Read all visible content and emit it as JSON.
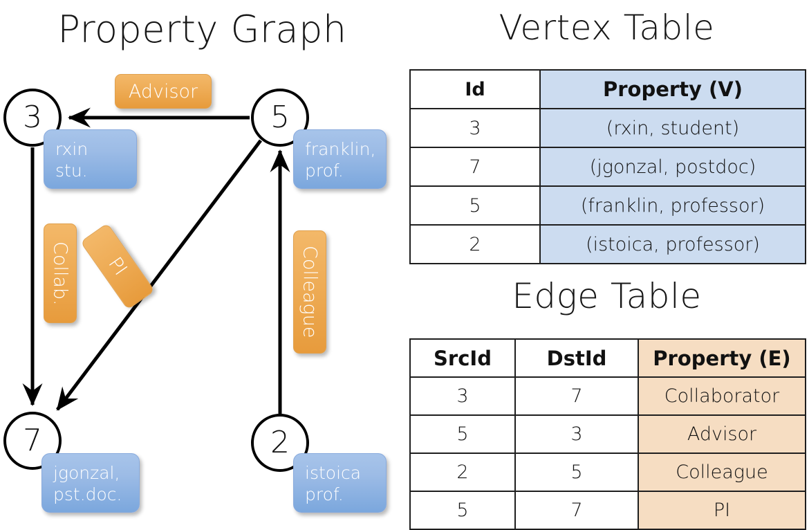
{
  "graph_panel": {
    "title": "Property Graph",
    "vertices": [
      {
        "id": "3",
        "property_label": "rxin\nstu.",
        "line1": "rxin",
        "line2": "stu."
      },
      {
        "id": "5",
        "property_label": "franklin, prof.",
        "line1": "franklin,",
        "line2": "prof."
      },
      {
        "id": "7",
        "property_label": "jgonzal, pst.doc.",
        "line1": "jgonzal,",
        "line2": "pst.doc."
      },
      {
        "id": "2",
        "property_label": "istoica prof.",
        "line1": "istoica",
        "line2": "prof."
      }
    ],
    "edge_labels": [
      {
        "name": "advisor",
        "text": "Advisor",
        "orientation": "horizontal"
      },
      {
        "name": "collab",
        "text": "Collab.",
        "orientation": "vertical"
      },
      {
        "name": "pi",
        "text": "PI",
        "orientation": "vertical-rotated"
      },
      {
        "name": "colleague",
        "text": "Colleague",
        "orientation": "vertical"
      }
    ],
    "edges": [
      {
        "from": "5",
        "to": "3",
        "label": "Advisor"
      },
      {
        "from": "3",
        "to": "7",
        "label": "Collab."
      },
      {
        "from": "5",
        "to": "7",
        "label": "PI"
      },
      {
        "from": "2",
        "to": "5",
        "label": "Colleague"
      }
    ]
  },
  "vertex_table": {
    "title": "Vertex Table",
    "headers": [
      "Id",
      "Property (V)"
    ],
    "rows": [
      {
        "id": "3",
        "property": "(rxin, student)"
      },
      {
        "id": "7",
        "property": "(jgonzal, postdoc)"
      },
      {
        "id": "5",
        "property": "(franklin, professor)"
      },
      {
        "id": "2",
        "property": "(istoica, professor)"
      }
    ]
  },
  "edge_table": {
    "title": "Edge Table",
    "headers": [
      "SrcId",
      "DstId",
      "Property (E)"
    ],
    "rows": [
      {
        "src": "3",
        "dst": "7",
        "property": "Collaborator"
      },
      {
        "src": "5",
        "dst": "3",
        "property": "Advisor"
      },
      {
        "src": "2",
        "dst": "5",
        "property": "Colleague"
      },
      {
        "src": "5",
        "dst": "7",
        "property": "PI"
      }
    ]
  },
  "colors": {
    "vertex_property_blue": "#9dbce6",
    "edge_property_orange": "#eeac56",
    "vertex_table_fill": "#ccdcf0",
    "edge_table_fill": "#f6ddc2",
    "stroke": "#000000",
    "background": "#ffffff"
  }
}
